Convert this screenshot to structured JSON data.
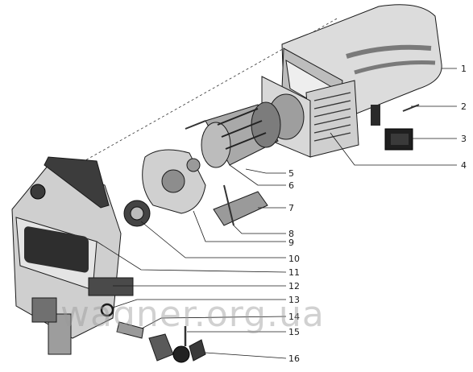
{
  "watermark": "wagner.org.ua",
  "callouts": [
    "1",
    "2",
    "3",
    "4",
    "5",
    "6",
    "7",
    "8",
    "9",
    "10",
    "11",
    "12",
    "13",
    "14",
    "15",
    "16"
  ]
}
